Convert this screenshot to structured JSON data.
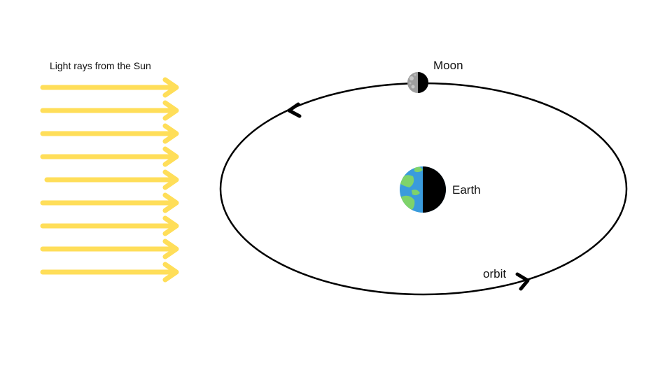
{
  "labels": {
    "rays": "Light rays from the Sun",
    "moon": "Moon",
    "earth": "Earth",
    "orbit": "orbit"
  },
  "colors": {
    "ray": "#FFDE59",
    "orbit": "#000000",
    "ocean": "#3A9BDC",
    "land": "#7ED36A",
    "night": "#000000",
    "moon_lit": "#9E9E9E",
    "moon_crater": "#C9C9C9"
  },
  "diagram": {
    "ray_count": 9,
    "icons": [
      "sun-ray-arrow-icon",
      "earth-icon",
      "moon-icon",
      "orbit-direction-arrow-icon"
    ]
  }
}
